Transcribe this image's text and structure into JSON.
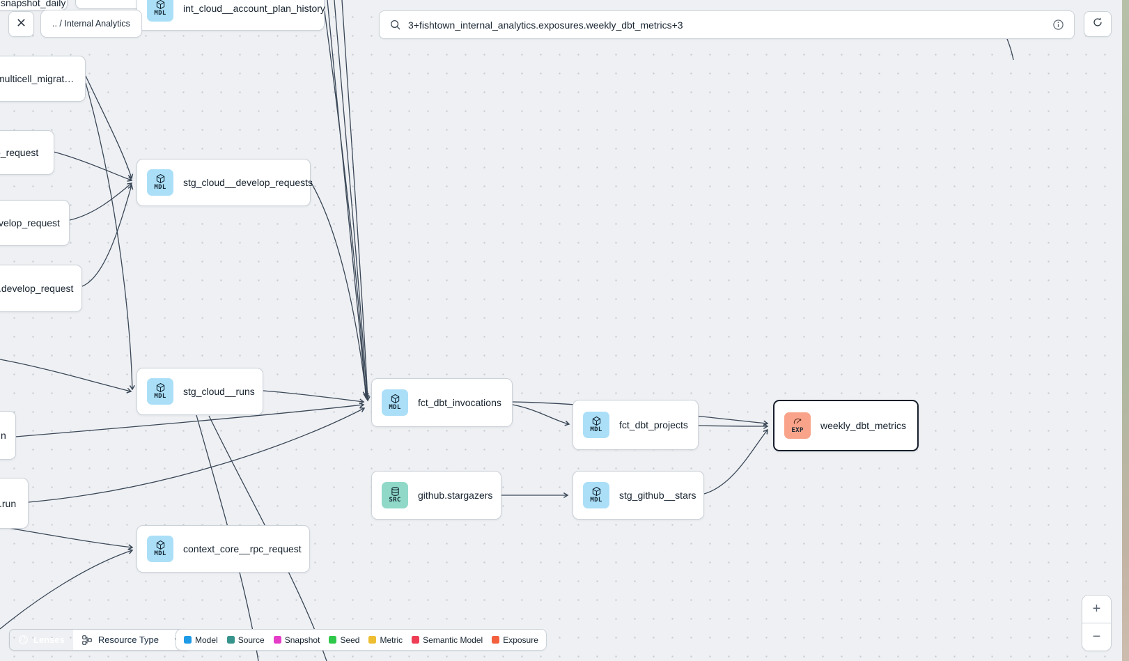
{
  "window": {
    "breadcrumb": ".. / Internal Analytics"
  },
  "search": {
    "value": "3+fishtown_internal_analytics.exposures.weekly_dbt_metrics+3"
  },
  "nodes": [
    {
      "id": "snapshot_daily",
      "label": "snapshot_daily",
      "kind": "partial"
    },
    {
      "id": "top_cut_node",
      "label": "",
      "kind": "partial"
    },
    {
      "id": "int_cloud__account_plan_history",
      "label": "int_cloud__account_plan_history",
      "badge": "MDL",
      "icon": "cube-icon",
      "kind": "model"
    },
    {
      "id": "multicell_migrat",
      "label": "multicell_migrat…",
      "kind": "partial"
    },
    {
      "id": "p_request",
      "label": "p_request",
      "kind": "partial"
    },
    {
      "id": "velop_request",
      "label": "velop_request",
      "kind": "partial"
    },
    {
      "id": "develop_request",
      "label": ".develop_request",
      "kind": "partial"
    },
    {
      "id": "n_node",
      "label": "n",
      "kind": "partial"
    },
    {
      "id": "run_node",
      "label": ".run",
      "kind": "partial"
    },
    {
      "id": "stg_cloud__develop_requests",
      "label": "stg_cloud__develop_requests",
      "badge": "MDL",
      "icon": "cube-icon",
      "kind": "model"
    },
    {
      "id": "stg_cloud__runs",
      "label": "stg_cloud__runs",
      "badge": "MDL",
      "icon": "cube-icon",
      "kind": "model"
    },
    {
      "id": "fct_dbt_invocations",
      "label": "fct_dbt_invocations",
      "badge": "MDL",
      "icon": "cube-icon",
      "kind": "model"
    },
    {
      "id": "fct_dbt_projects",
      "label": "fct_dbt_projects",
      "badge": "MDL",
      "icon": "cube-icon",
      "kind": "model"
    },
    {
      "id": "weekly_dbt_metrics",
      "label": "weekly_dbt_metrics",
      "badge": "EXP",
      "icon": "gauge-icon",
      "kind": "exposure",
      "selected": true
    },
    {
      "id": "github.stargazers",
      "label": "github.stargazers",
      "badge": "SRC",
      "icon": "database-icon",
      "kind": "source"
    },
    {
      "id": "stg_github__stars",
      "label": "stg_github__stars",
      "badge": "MDL",
      "icon": "cube-icon",
      "kind": "model"
    },
    {
      "id": "context_core__rpc_request",
      "label": "context_core__rpc_request",
      "badge": "MDL",
      "icon": "cube-icon",
      "kind": "model"
    }
  ],
  "toolbar": {
    "lenses": "Lenses",
    "resource_type": "Resource Type"
  },
  "legend": {
    "items": [
      {
        "label": "Model",
        "color": "#1e9ae6"
      },
      {
        "label": "Source",
        "color": "#37948c"
      },
      {
        "label": "Snapshot",
        "color": "#e53cc8"
      },
      {
        "label": "Seed",
        "color": "#2fc84b"
      },
      {
        "label": "Metric",
        "color": "#edbe31"
      },
      {
        "label": "Semantic Model",
        "color": "#ee3d55"
      },
      {
        "label": "Exposure",
        "color": "#f2603e"
      }
    ]
  },
  "zoom_controls": {
    "zoom_in": "+",
    "zoom_out": "−"
  },
  "icons": {
    "close": "x-icon",
    "search": "magnifier-icon",
    "info": "info-icon",
    "refresh": "refresh-icon",
    "lenses": "lens-aperture-icon",
    "resource_type": "sitemap-icon",
    "dropdown": "chevron-down-icon",
    "model_badge": "cube-icon",
    "source_badge": "database-icon",
    "exposure_badge": "gauge-icon"
  },
  "colors": {
    "badge_model": "#abdff8",
    "badge_source": "#90d9c9",
    "badge_exposure": "#f9a48a",
    "lenses_bg": "#1d5348",
    "selected_border": "#161f2b",
    "edge": "#3a4757"
  }
}
